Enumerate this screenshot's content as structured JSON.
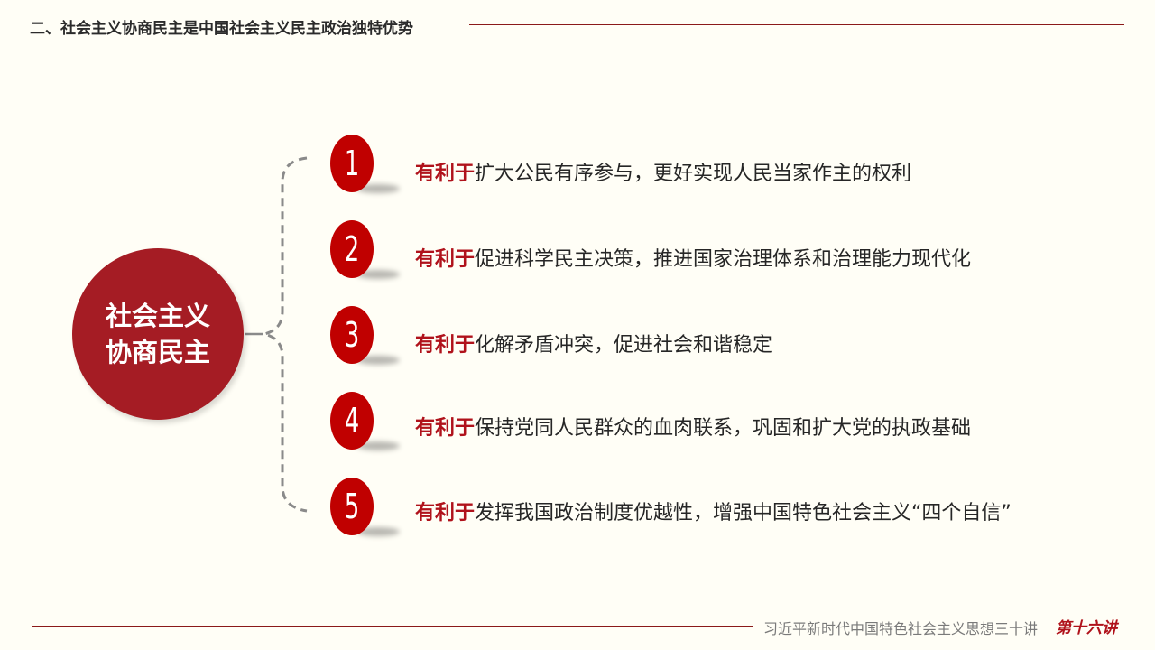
{
  "header": {
    "title": "二、社会主义协商民主是中国社会主义民主政治独特优势"
  },
  "center": {
    "line1": "社会主义",
    "line2": "协商民主"
  },
  "items": [
    {
      "number": "1",
      "keyword": "有利于",
      "text": "扩大公民有序参与，更好实现人民当家作主的权利"
    },
    {
      "number": "2",
      "keyword": "有利于",
      "text": "促进科学民主决策，推进国家治理体系和治理能力现代化"
    },
    {
      "number": "3",
      "keyword": "有利于",
      "text": "化解矛盾冲突，促进社会和谐稳定"
    },
    {
      "number": "4",
      "keyword": "有利于",
      "text": "保持党同人民群众的血肉联系，巩固和扩大党的执政基础"
    },
    {
      "number": "5",
      "keyword": "有利于",
      "text": "发挥我国政治制度优越性，增强中国特色社会主义“四个自信”"
    }
  ],
  "footer": {
    "series": "习近平新时代中国特色社会主义思想三十讲",
    "lecture": "第十六讲"
  },
  "colors": {
    "accent": "#c00000",
    "center": "#a51c24",
    "background": "#fffef6"
  }
}
